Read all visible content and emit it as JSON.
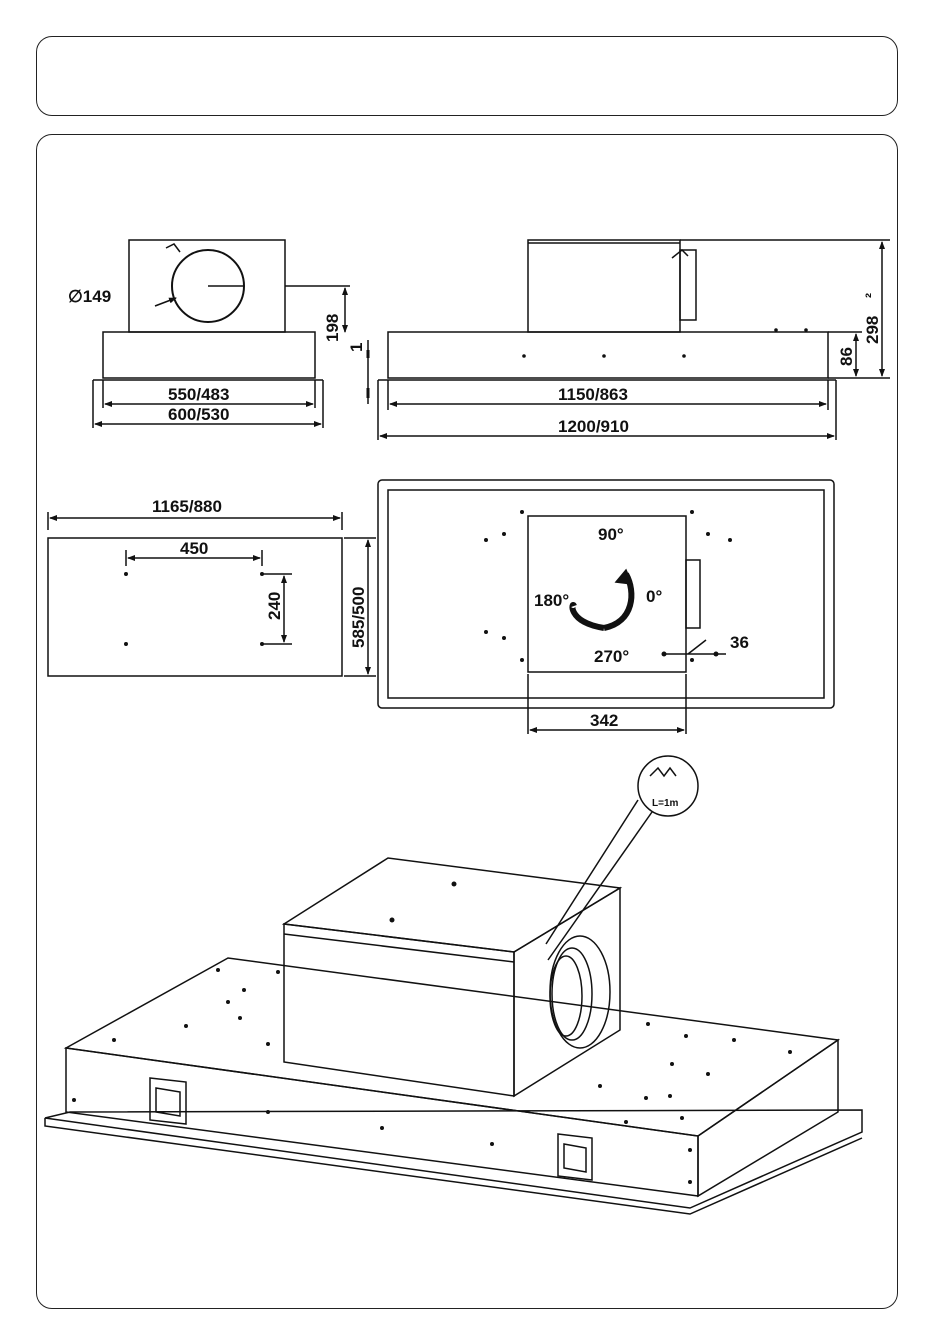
{
  "dimensions": {
    "duct_diameter": "∅149",
    "motor_height": "198",
    "gap": "1",
    "width_outlet_small": "550/483",
    "width_outlet_large": "600/530",
    "length_inner": "1150/863",
    "length_outer": "1200/910",
    "total_height": "298",
    "height_mark": "²",
    "body_height": "86",
    "cutout_length": "1165/880",
    "hole_spacing_x": "450",
    "hole_spacing_y": "240",
    "cutout_width": "585/500",
    "motor_width": "342",
    "outlet_offset": "36"
  },
  "rotation_labels": {
    "deg90": "90°",
    "deg180": "180°",
    "deg0": "0°",
    "deg270": "270°"
  },
  "detail_labels": {
    "max_length": "L=1m"
  }
}
